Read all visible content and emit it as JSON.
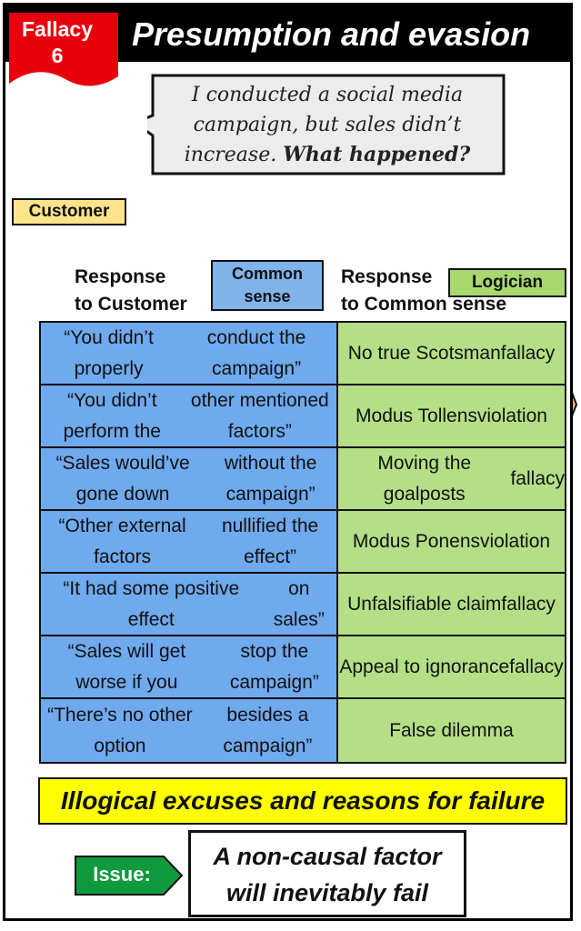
{
  "header": {
    "tag_line1": "Fallacy",
    "tag_line2": "6",
    "title": "Presumption and evasion"
  },
  "bubble": {
    "line1": "I conducted a social media",
    "line2": "campaign, but sales didn’t",
    "line3_plain": "increase. ",
    "line3_bold": "What happened?"
  },
  "characters": {
    "customer": "Customer",
    "common_line1": "Common",
    "common_line2": "sense",
    "logician": "Logician"
  },
  "columns": {
    "left_line1": "Response",
    "left_line2": "to Customer",
    "right_line1": "Response",
    "right_line2": "to Common sense"
  },
  "rows": [
    {
      "response": [
        "“You didn’t properly",
        "conduct the campaign”"
      ],
      "fallacy": [
        "No true Scotsman",
        "fallacy"
      ]
    },
    {
      "response": [
        "“You didn’t perform the",
        "other mentioned factors”"
      ],
      "fallacy": [
        "Modus Tollens",
        "violation"
      ]
    },
    {
      "response": [
        "“Sales would’ve gone down",
        "without the campaign”"
      ],
      "fallacy": [
        "Moving the goalposts",
        "fallacy"
      ]
    },
    {
      "response": [
        "“Other external factors",
        "nullified the effect”"
      ],
      "fallacy": [
        "Modus Ponens",
        "violation"
      ]
    },
    {
      "response": [
        "“It had some positive effect",
        "on sales”"
      ],
      "fallacy": [
        "Unfalsifiable claim",
        "fallacy"
      ]
    },
    {
      "response": [
        "“Sales will get worse if you",
        "stop the campaign”"
      ],
      "fallacy": [
        "Appeal to ignorance",
        "fallacy"
      ]
    },
    {
      "response": [
        "“There’s no other option",
        "besides a campaign”"
      ],
      "fallacy": [
        "False dilemma"
      ]
    }
  ],
  "banner": "Illogical excuses and reasons for failure",
  "issue": {
    "tag": "Issue:",
    "line1": "A non-causal factor",
    "line2": "will inevitably fail"
  },
  "colors": {
    "orange": "#f5b48c",
    "blue": "#6fa9ee",
    "green": "#b4df86",
    "yellow": "#ffff00",
    "red": "#e8000c",
    "issue_green": "#0f9a3d"
  }
}
